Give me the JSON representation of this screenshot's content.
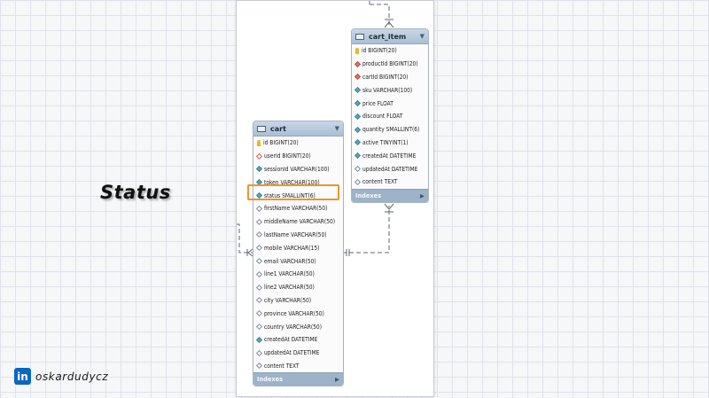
{
  "heading": "Status",
  "brand": {
    "icon_letters": "in",
    "name": "oskardudycz"
  },
  "tables": {
    "cart": {
      "name": "cart",
      "columns": [
        {
          "text": "id BIGINT(20)",
          "icon": "key"
        },
        {
          "text": "userId BIGINT(20)",
          "icon": "fk-nullable"
        },
        {
          "text": "sessionId VARCHAR(100)",
          "icon": "not-null"
        },
        {
          "text": "token VARCHAR(100)",
          "icon": "not-null"
        },
        {
          "text": "status SMALLINT(6)",
          "icon": "not-null"
        },
        {
          "text": "firstName VARCHAR(50)",
          "icon": "nullable"
        },
        {
          "text": "middleName VARCHAR(50)",
          "icon": "nullable"
        },
        {
          "text": "lastName VARCHAR(50)",
          "icon": "nullable"
        },
        {
          "text": "mobile VARCHAR(15)",
          "icon": "nullable"
        },
        {
          "text": "email VARCHAR(50)",
          "icon": "nullable"
        },
        {
          "text": "line1 VARCHAR(50)",
          "icon": "nullable"
        },
        {
          "text": "line2 VARCHAR(50)",
          "icon": "nullable"
        },
        {
          "text": "city VARCHAR(50)",
          "icon": "nullable"
        },
        {
          "text": "province VARCHAR(50)",
          "icon": "nullable"
        },
        {
          "text": "country VARCHAR(50)",
          "icon": "nullable"
        },
        {
          "text": "createdAt DATETIME",
          "icon": "not-null"
        },
        {
          "text": "updatedAt DATETIME",
          "icon": "nullable"
        },
        {
          "text": "content TEXT",
          "icon": "nullable"
        }
      ],
      "footer": "Indexes"
    },
    "cart_item": {
      "name": "cart_item",
      "columns": [
        {
          "text": "id BIGINT(20)",
          "icon": "key"
        },
        {
          "text": "productId BIGINT(20)",
          "icon": "fk"
        },
        {
          "text": "cartId BIGINT(20)",
          "icon": "fk"
        },
        {
          "text": "sku VARCHAR(100)",
          "icon": "not-null"
        },
        {
          "text": "price FLOAT",
          "icon": "not-null"
        },
        {
          "text": "discount FLOAT",
          "icon": "not-null"
        },
        {
          "text": "quantity SMALLINT(6)",
          "icon": "not-null"
        },
        {
          "text": "active TINYINT(1)",
          "icon": "not-null"
        },
        {
          "text": "createdAt DATETIME",
          "icon": "not-null"
        },
        {
          "text": "updatedAt DATETIME",
          "icon": "nullable"
        },
        {
          "text": "content TEXT",
          "icon": "nullable"
        }
      ],
      "footer": "Indexes"
    }
  },
  "highlighted_column": "status SMALLINT(6)",
  "colors": {
    "highlight": "#f0932b",
    "header": "#a9bfd6",
    "footer": "#9db3c9",
    "linkedin": "#0a66c2"
  }
}
